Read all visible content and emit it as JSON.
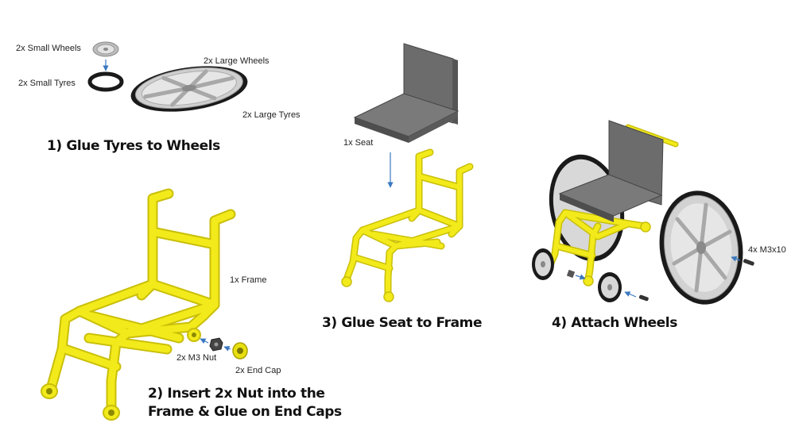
{
  "colors": {
    "frame": "#f2ea1a",
    "frame_dark": "#c9bf0a",
    "seat": "#6c6c6c",
    "seat_dark": "#4a4a4a",
    "wheel": "#c9c9c9",
    "tyre": "#1a1a1a",
    "arrow": "#3a78c0"
  },
  "labels": {
    "small_wheels": "2x Small Wheels",
    "small_tyres": "2x Small Tyres",
    "large_wheels": "2x Large Wheels",
    "large_tyres": "2x Large Tyres",
    "seat": "1x Seat",
    "frame": "1x Frame",
    "nut": "2x M3 Nut",
    "end_cap": "2x End Cap",
    "screws": "4x M3x10"
  },
  "steps": {
    "step1": "1) Glue Tyres to Wheels",
    "step2_line1": "2) Insert 2x Nut into the",
    "step2_line2": "Frame & Glue on End Caps",
    "step3": "3) Glue Seat to Frame",
    "step4": "4) Attach Wheels"
  }
}
